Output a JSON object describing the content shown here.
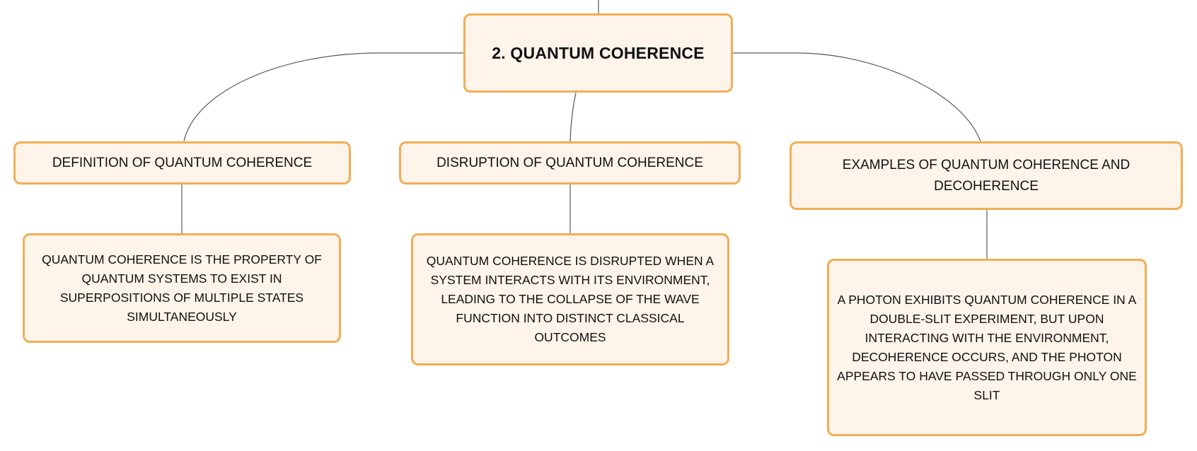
{
  "root": {
    "label": "2. QUANTUM COHERENCE"
  },
  "branches": [
    {
      "title": "DEFINITION OF QUANTUM COHERENCE",
      "detail": "QUANTUM COHERENCE IS THE PROPERTY OF QUANTUM SYSTEMS TO EXIST IN SUPERPOSITIONS OF MULTIPLE STATES SIMULTANEOUSLY"
    },
    {
      "title": "DISRUPTION OF QUANTUM COHERENCE",
      "detail": "QUANTUM COHERENCE IS DISRUPTED WHEN A SYSTEM INTERACTS WITH ITS ENVIRONMENT, LEADING TO THE COLLAPSE OF THE WAVE FUNCTION INTO DISTINCT CLASSICAL OUTCOMES"
    },
    {
      "title": "EXAMPLES OF QUANTUM COHERENCE AND DECOHERENCE",
      "detail": "A PHOTON EXHIBITS QUANTUM COHERENCE IN A DOUBLE-SLIT EXPERIMENT, BUT UPON INTERACTING WITH THE ENVIRONMENT, DECOHERENCE OCCURS, AND THE PHOTON APPEARS TO HAVE PASSED THROUGH ONLY ONE SLIT"
    }
  ],
  "colors": {
    "node_fill": "#fef4ea",
    "node_border": "#f2ad55",
    "connector": "#5a5a5a"
  }
}
